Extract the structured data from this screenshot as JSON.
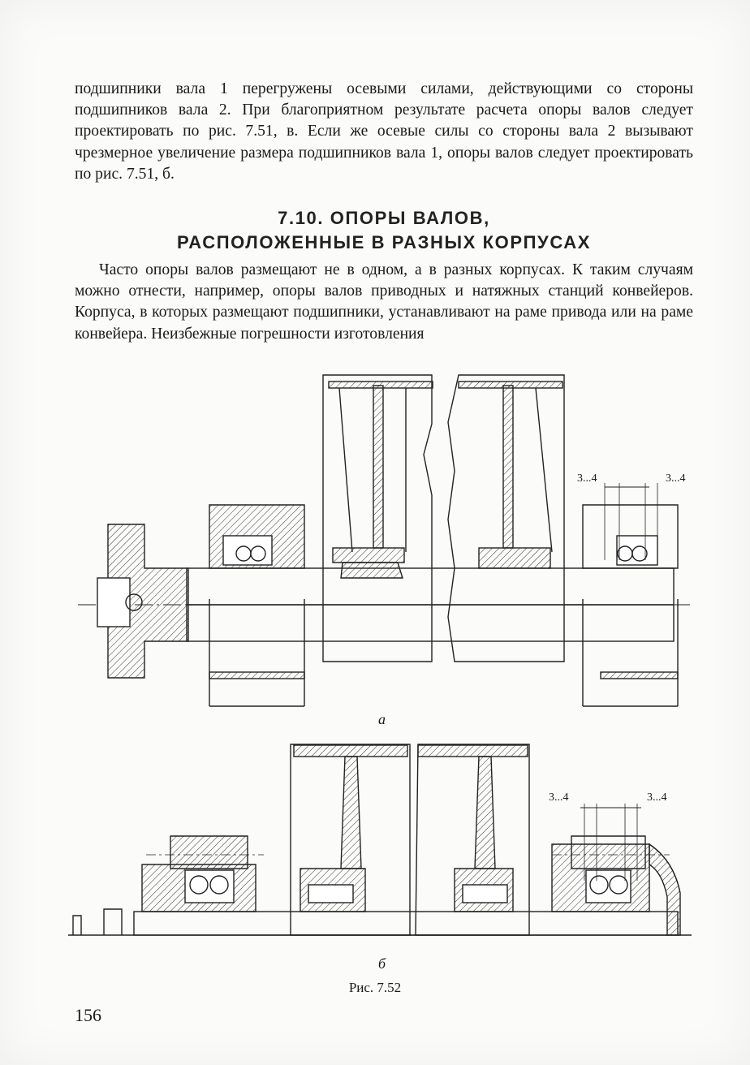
{
  "paragraphs": {
    "p1": "подшипники вала 1 перегружены осевыми силами, действующими со стороны подшипников вала 2. При благоприятном результате расчета опоры валов следует проектировать по рис. 7.51, в. Если же осевые силы со стороны вала 2 вызывают чрезмерное увеличение размера подшипников вала 1, опоры валов следует проектировать по рис. 7.51, б.",
    "p2": "Часто опоры валов размещают не в одном, а в разных корпусах. К таким случаям можно отнести, например, опоры валов приводных и натяжных станций конвейеров. Корпуса, в которых размещают подшипники, устанавливают на раме привода или на раме конвейера. Неизбежные погрешности изготовления"
  },
  "heading": {
    "line1": "7.10. ОПОРЫ ВАЛОВ,",
    "line2": "РАСПОЛОЖЕННЫЕ В РАЗНЫХ КОРПУСАХ"
  },
  "figure": {
    "dim_a_left": "3...4",
    "dim_a_right": "3...4",
    "dim_b_left": "3...4",
    "dim_b_right": "3...4",
    "label_a": "а",
    "label_b": "б",
    "caption": "Рис. 7.52"
  },
  "page_number": "156"
}
